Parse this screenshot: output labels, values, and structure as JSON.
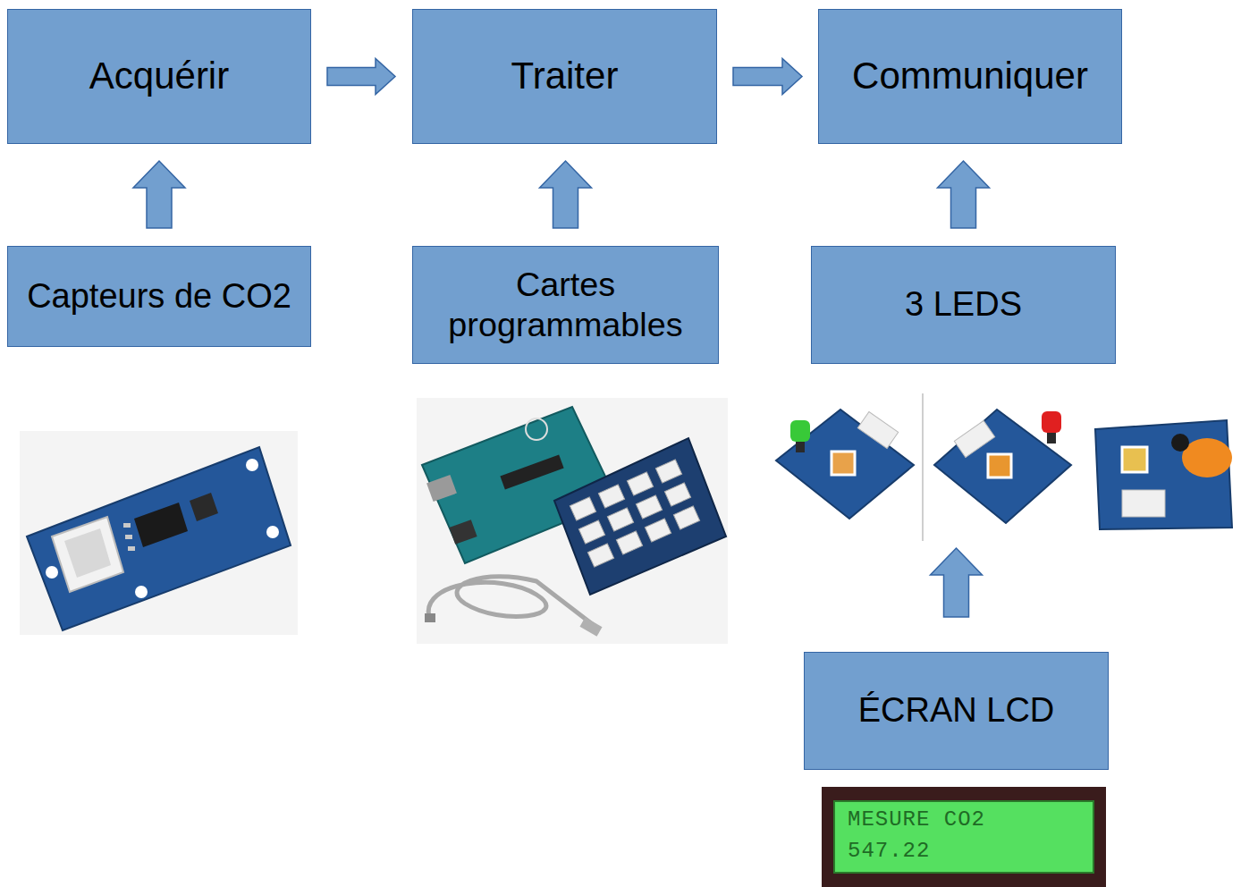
{
  "diagram": {
    "nodes": [
      {
        "text": [
          "Acquérir"
        ]
      },
      {
        "text": [
          "Traiter"
        ]
      },
      {
        "text": [
          "Communiquer"
        ]
      },
      {
        "text": [
          "Capteurs de CO2"
        ]
      },
      {
        "text": [
          "Cartes programmables"
        ]
      },
      {
        "text": [
          "3 LEDS"
        ]
      },
      {
        "text": [
          "ÉCRAN LCD"
        ]
      }
    ],
    "edges": [
      {
        "from": 0,
        "to": 1,
        "arrow": "to"
      },
      {
        "from": 1,
        "to": 2,
        "arrow": "to"
      },
      {
        "from": 3,
        "to": 0,
        "arrow": "to"
      },
      {
        "from": 4,
        "to": 1,
        "arrow": "to"
      },
      {
        "from": 5,
        "to": 2,
        "arrow": "to"
      },
      {
        "from": 6,
        "to": 5,
        "arrow": "to"
      }
    ],
    "labels": [
      "MESURE CO2",
      "547.22"
    ]
  }
}
